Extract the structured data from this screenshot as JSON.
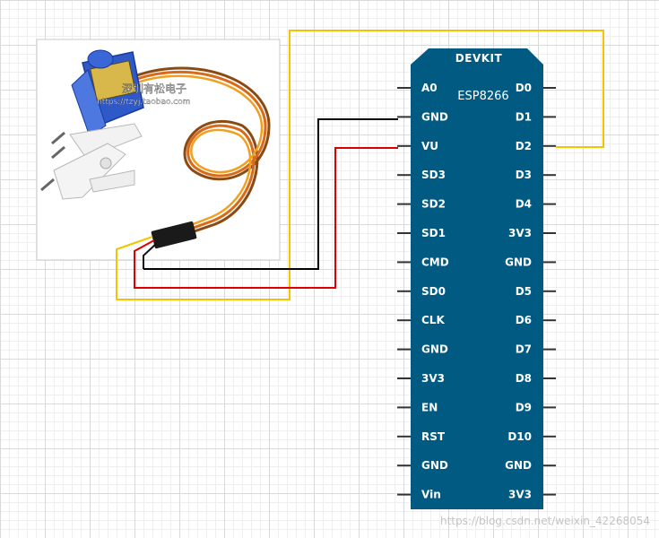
{
  "board": {
    "title": "DEVKIT",
    "chip": "ESP8266",
    "color": "#005a82",
    "left_pins": [
      "A0",
      "GND",
      "VU",
      "SD3",
      "SD2",
      "SD1",
      "CMD",
      "SD0",
      "CLK",
      "GND",
      "3V3",
      "EN",
      "RST",
      "GND",
      "Vin"
    ],
    "right_pins": [
      "D0",
      "D1",
      "D2",
      "D3",
      "D4",
      "3V3",
      "GND",
      "D5",
      "D6",
      "D7",
      "D8",
      "D9",
      "D10",
      "GND",
      "3V3"
    ]
  },
  "servo_photo": {
    "watermark_cn": "深圳有松电子",
    "watermark_url": "https://tzyj.taobao.com"
  },
  "wires": [
    {
      "from": "servo signal",
      "to": "D2",
      "color": "#f5c400"
    },
    {
      "from": "servo GND",
      "to": "GND",
      "color": "#000000"
    },
    {
      "from": "servo VCC",
      "to": "VU",
      "color": "#dd0000"
    }
  ],
  "page_watermark": "https://blog.csdn.net/weixin_42268054"
}
